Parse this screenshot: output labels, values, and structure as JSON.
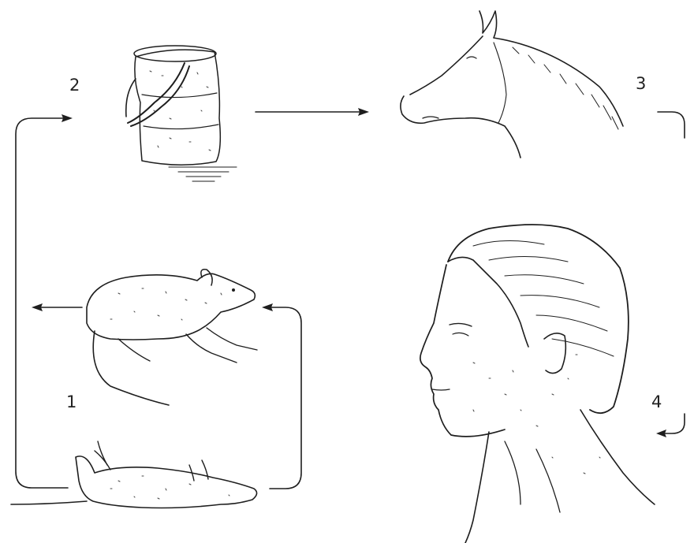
{
  "diagram": {
    "stages": [
      {
        "label": "1",
        "subject": "rat-icon"
      },
      {
        "label": "2",
        "subject": "bucket-icon"
      },
      {
        "label": "3",
        "subject": "horse-head-icon"
      },
      {
        "label": "4",
        "subject": "human-head-icon"
      }
    ]
  },
  "colors": {
    "ink": "#1e1e1e",
    "background": "#ffffff"
  }
}
